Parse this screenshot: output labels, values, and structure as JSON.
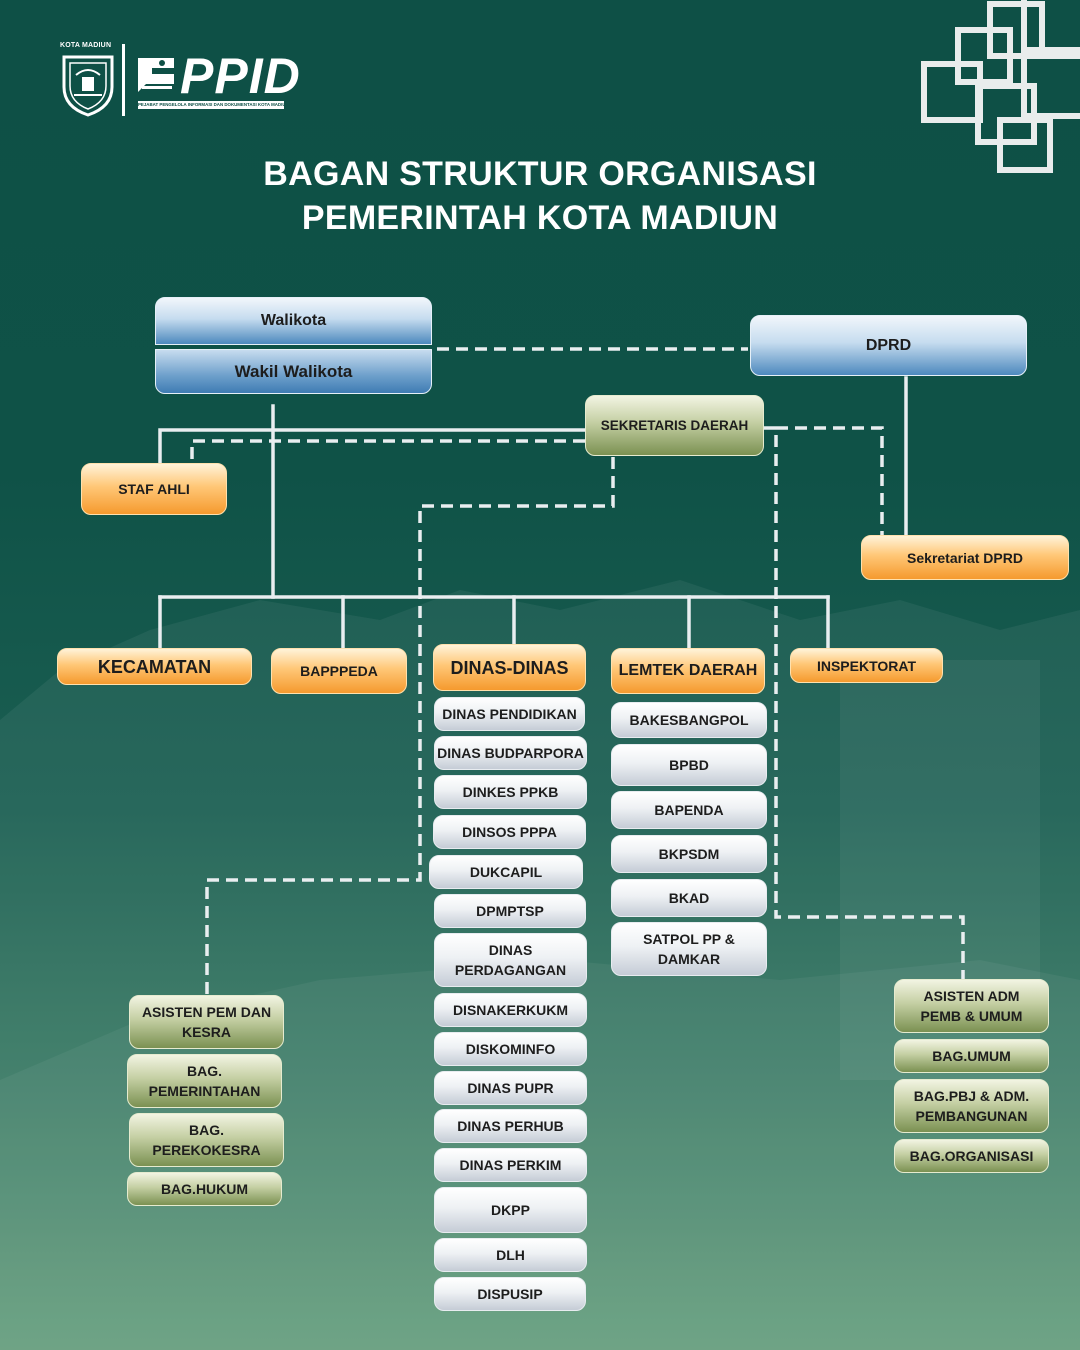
{
  "header": {
    "kota_label": "KOTA MADIUN",
    "ppid_text": "PPID",
    "ppid_subtitle": "PEJABAT PENGELOLA INFORMASI DAN DOKUMENTASI KOTA MADIUN"
  },
  "title": {
    "line1": "BAGAN STRUKTUR ORGANISASI",
    "line2": "PEMERINTAH KOTA MADIUN"
  },
  "top": {
    "walikota": "Walikota",
    "wakil_walikota": "Wakil Walikota",
    "dprd": "DPRD",
    "sekretaris_daerah": "SEKRETARIS DAERAH",
    "staf_ahli": "STAF AHLI",
    "sekretariat_dprd": "Sekretariat DPRD"
  },
  "units": {
    "kecamatan": "KECAMATAN",
    "bapppeda": "BAPPPEDA",
    "dinas_dinas": "DINAS-DINAS",
    "lemtek_daerah": "LEMTEK DAERAH",
    "inspektorat": "INSPEKTORAT"
  },
  "dinas_list": [
    "DINAS PENDIDIKAN",
    "DINAS BUDPARPORA",
    "DINKES PPKB",
    "DINSOS PPPA",
    "DUKCAPIL",
    "DPMPTSP",
    "DINAS PERDAGANGAN",
    "DISNAKERKUKM",
    "DISKOMINFO",
    "DINAS PUPR",
    "DINAS PERHUB",
    "DINAS PERKIM",
    "DKPP",
    "DLH",
    "DISPUSIP"
  ],
  "lemtek_list": [
    "BAKESBANGPOL",
    "BPBD",
    "BAPENDA",
    "BKPSDM",
    "BKAD",
    "SATPOL PP & DAMKAR"
  ],
  "asisten_pem": {
    "head": "ASISTEN PEM DAN KESRA",
    "items": [
      "BAG. PEMERINTAHAN",
      "BAG. PEREKOKESRA",
      "BAG.HUKUM"
    ]
  },
  "asisten_adm": {
    "head": "ASISTEN ADM PEMB & UMUM",
    "items": [
      "BAG.UMUM",
      "BAG.PBJ & ADM. PEMBANGUNAN",
      "BAG.ORGANISASI"
    ]
  },
  "colors": {
    "background": "#0e5046",
    "blue_box": "#4d89be",
    "orange_box": "#f59a2e",
    "olive_box": "#7b9152",
    "white_box": "#eef1f4",
    "connector": "#e9eef0"
  }
}
